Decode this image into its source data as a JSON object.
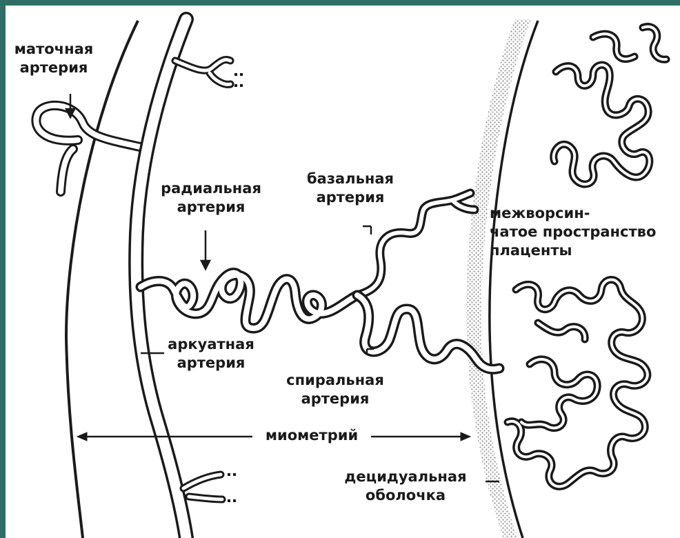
{
  "labels": {
    "uterine_artery": [
      "маточная",
      "артерия"
    ],
    "radial_artery": [
      "радиальная",
      "артерия"
    ],
    "basal_artery": [
      "базальная",
      "артерия"
    ],
    "intervillous_space": [
      "межворсин-",
      "чатое пространство",
      "плаценты"
    ],
    "arcuate_artery": [
      "аркуатная",
      "артерия"
    ],
    "spiral_artery": [
      "спиральная",
      "артерия"
    ],
    "myometrium": "миометрий",
    "decidua": [
      "децидуальная",
      "оболочка"
    ]
  },
  "colors": {
    "frame": "#2e6e64",
    "background": "#ffffff",
    "ink": "#1a1a1a",
    "decidua_shade": "#b8b8b8"
  }
}
